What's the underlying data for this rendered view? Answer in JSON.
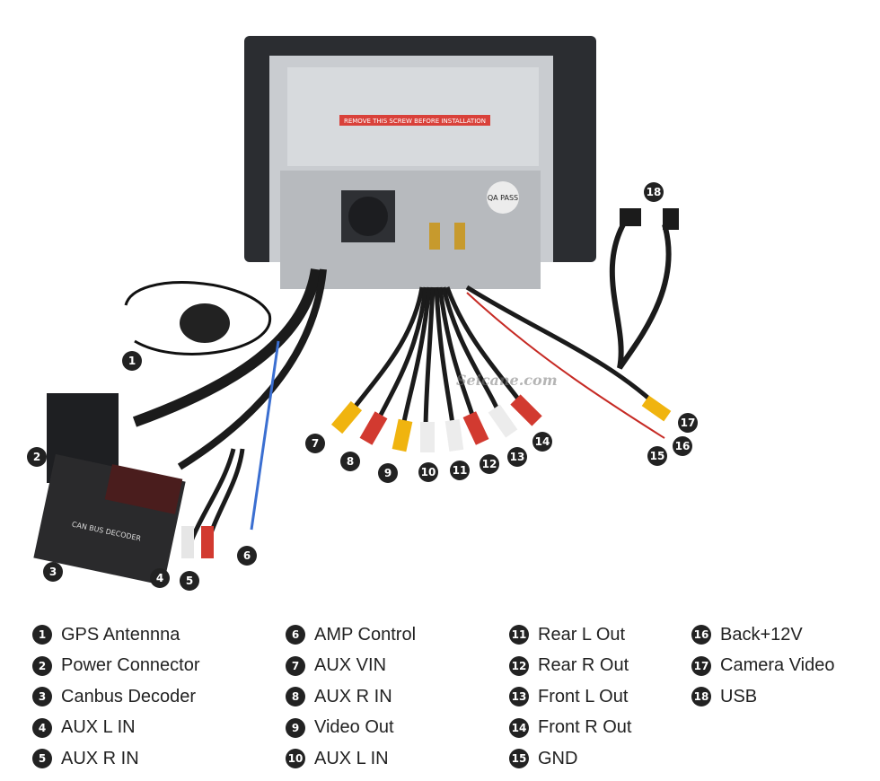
{
  "photo": {
    "watermark": "Seicane.com",
    "unit_labels": [
      "REMOVE THIS SCREW BEFORE INSTALLATION",
      "QA PASS"
    ],
    "decoder_label": "CAN BUS DECODER"
  },
  "callouts": [
    "1",
    "2",
    "3",
    "4",
    "5",
    "6",
    "7",
    "8",
    "9",
    "10",
    "11",
    "12",
    "13",
    "14",
    "15",
    "16",
    "17",
    "18"
  ],
  "legend": {
    "columns": [
      [
        {
          "num": "1",
          "label": "GPS Antennna"
        },
        {
          "num": "2",
          "label": "Power Connector"
        },
        {
          "num": "3",
          "label": "Canbus Decoder"
        },
        {
          "num": "4",
          "label": "AUX L IN"
        },
        {
          "num": "5",
          "label": "AUX R IN"
        }
      ],
      [
        {
          "num": "6",
          "label": "AMP Control"
        },
        {
          "num": "7",
          "label": "AUX VIN"
        },
        {
          "num": "8",
          "label": "AUX R IN"
        },
        {
          "num": "9",
          "label": "Video Out"
        },
        {
          "num": "10",
          "label": "AUX L IN"
        }
      ],
      [
        {
          "num": "11",
          "label": "Rear L Out"
        },
        {
          "num": "12",
          "label": "Rear R Out"
        },
        {
          "num": "13",
          "label": "Front L Out"
        },
        {
          "num": "14",
          "label": "Front R Out"
        },
        {
          "num": "15",
          "label": "GND"
        }
      ],
      [
        {
          "num": "16",
          "label": "Back+12V"
        },
        {
          "num": "17",
          "label": "Camera Video"
        },
        {
          "num": "18",
          "label": "USB"
        }
      ]
    ]
  }
}
